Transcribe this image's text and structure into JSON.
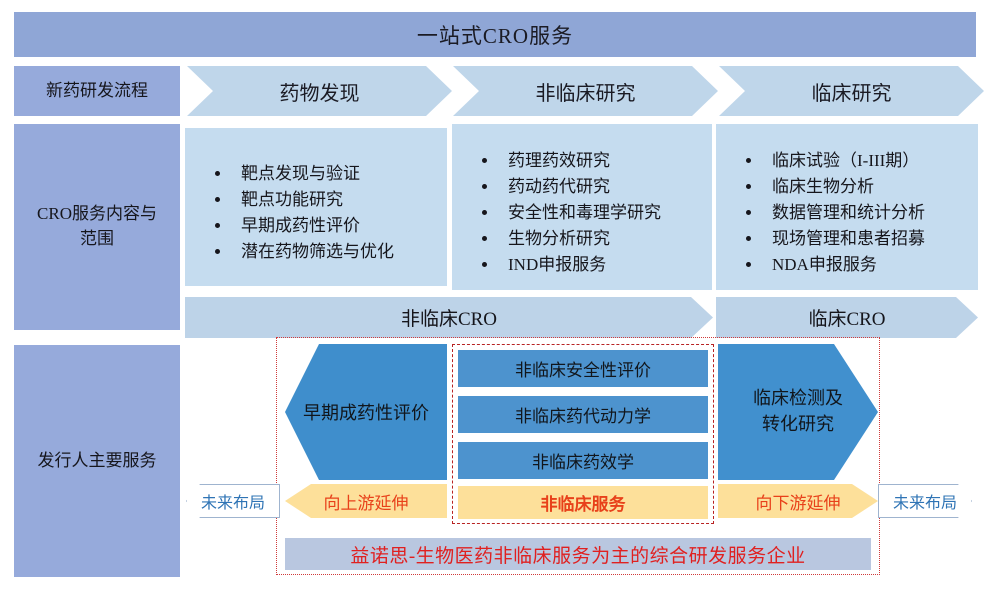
{
  "banner": {
    "title": "一站式CRO服务"
  },
  "rows": {
    "process_label": "新药研发流程",
    "scope_label": "CRO服务内容与范围",
    "issuer_label": "发行人主要服务"
  },
  "process_stages": [
    {
      "label": "药物发现"
    },
    {
      "label": "非临床研究"
    },
    {
      "label": "临床研究"
    }
  ],
  "scope_boxes": [
    {
      "items": [
        "靶点发现与验证",
        "靶点功能研究",
        "早期成药性评价",
        "潜在药物筛选与优化"
      ]
    },
    {
      "items": [
        "药理药效研究",
        "药动药代研究",
        "安全性和毒理学研究",
        "生物分析研究",
        "IND申报服务"
      ]
    },
    {
      "items": [
        "临床试验（I-III期）",
        "临床生物分析",
        "数据管理和统计分析",
        "现场管理和患者招募",
        "NDA申报服务"
      ]
    }
  ],
  "cro_bands": [
    {
      "label": "非临床CRO"
    },
    {
      "label": "临床CRO"
    }
  ],
  "issuer": {
    "future_left": "未来布局",
    "future_right": "未来布局",
    "upstream_arrow": "早期成药性评价",
    "upstream_yellow": "向上游延伸",
    "nonclinical_boxes": [
      "非临床安全性评价",
      "非临床药代动力学",
      "非临床药效学"
    ],
    "nonclinical_yellow": "非临床服务",
    "downstream_arrow": "临床检测及\n转化研究",
    "downstream_arrow_line1": "临床检测及",
    "downstream_arrow_line2": "转化研究",
    "downstream_yellow": "向下游延伸",
    "summary": "益诺思-生物医药非临床服务为主的综合研发服务企业"
  },
  "colors": {
    "banner_blue": "#8fa6d6",
    "label_blue": "#96aadb",
    "chevron_blue": "#bfd6ea",
    "content_blue": "#c5dcef",
    "band_blue": "#bdd3e8",
    "strong_blue": "#4190ce",
    "yellow": "#fde09a",
    "accent_red": "#e02020",
    "orange_red": "#e8411a",
    "dotted_red": "#d03a3a",
    "summary_bg": "#b9c7e0"
  }
}
